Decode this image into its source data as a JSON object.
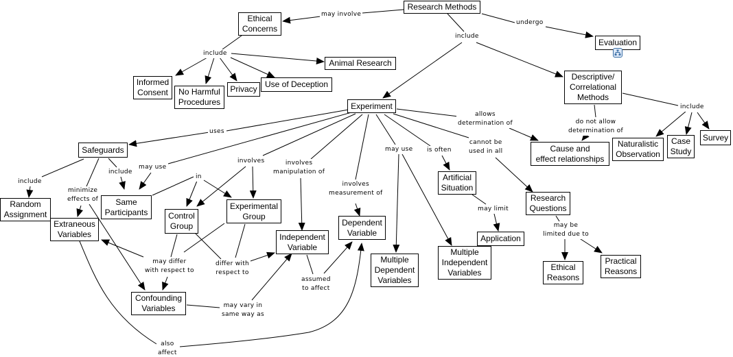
{
  "concepts": {
    "research_methods": "Research Methods",
    "ethical_concerns": "Ethical\nConcerns",
    "evaluation": "Evaluation",
    "animal_research": "Animal Research",
    "informed_consent": "Informed\nConsent",
    "no_harmful": "No Harmful\nProcedures",
    "privacy": "Privacy",
    "use_of_deception": "Use of Deception",
    "experiment": "Experiment",
    "descriptive": "Descriptive/\nCorrelational\nMethods",
    "safeguards": "Safeguards",
    "cause_effect": "Cause and\neffect relationships",
    "naturalistic": "Naturalistic\nObservation",
    "case_study": "Case\nStudy",
    "survey": "Survey",
    "random_assignment": "Random\nAssignment",
    "same_participants": "Same\nParticipants",
    "control_group": "Control\nGroup",
    "experimental_group": "Experimental\nGroup",
    "extraneous": "Extraneous\nVariables",
    "independent": "Independent\nVariable",
    "dependent": "Dependent\nVariable",
    "artificial": "Artificial\nSituation",
    "research_questions": "Research\nQuestions",
    "application": "Application",
    "multiple_dependent": "Multiple\nDependent\nVariables",
    "multiple_independent": "Multiple\nIndependent\nVariables",
    "confounding": "Confounding\nVariables",
    "ethical_reasons": "Ethical\nReasons",
    "practical_reasons": "Practical\nReasons"
  },
  "links": {
    "may_involve": "may involve",
    "include_rm": "include",
    "undergo": "undergo",
    "include_ethics": "include",
    "include_desc": "include",
    "allows": "allows\ndetermination of",
    "do_not_allow": "do not allow\ndetermination of",
    "uses": "uses",
    "may_use_same": "may use",
    "involves_groups": "involves",
    "involves_manip": "involves\nmanipulation of",
    "involves_meas": "involves\nmeasurement of",
    "may_use_multi": "may use",
    "is_often": "is often",
    "cannot_be_used": "cannot be\nused in all",
    "include_safe": "include",
    "include_random": "include",
    "minimize": "minimize\neffects of",
    "in": "in",
    "may_limit": "may limit",
    "may_be_limited": "may be\nlimited due to",
    "may_differ": "may differ\nwith respect to",
    "differ_with": "differ with\nrespect to",
    "assumed": "assumed\nto affect",
    "may_vary": "may vary in\nsame way as",
    "also_affect": "also\naffect"
  },
  "icons": {
    "evaluation_submap": "concept-map-submap-icon"
  },
  "colors": {
    "line": "#000000",
    "node_border": "#000000",
    "submap_icon": "#3a6ea5"
  }
}
